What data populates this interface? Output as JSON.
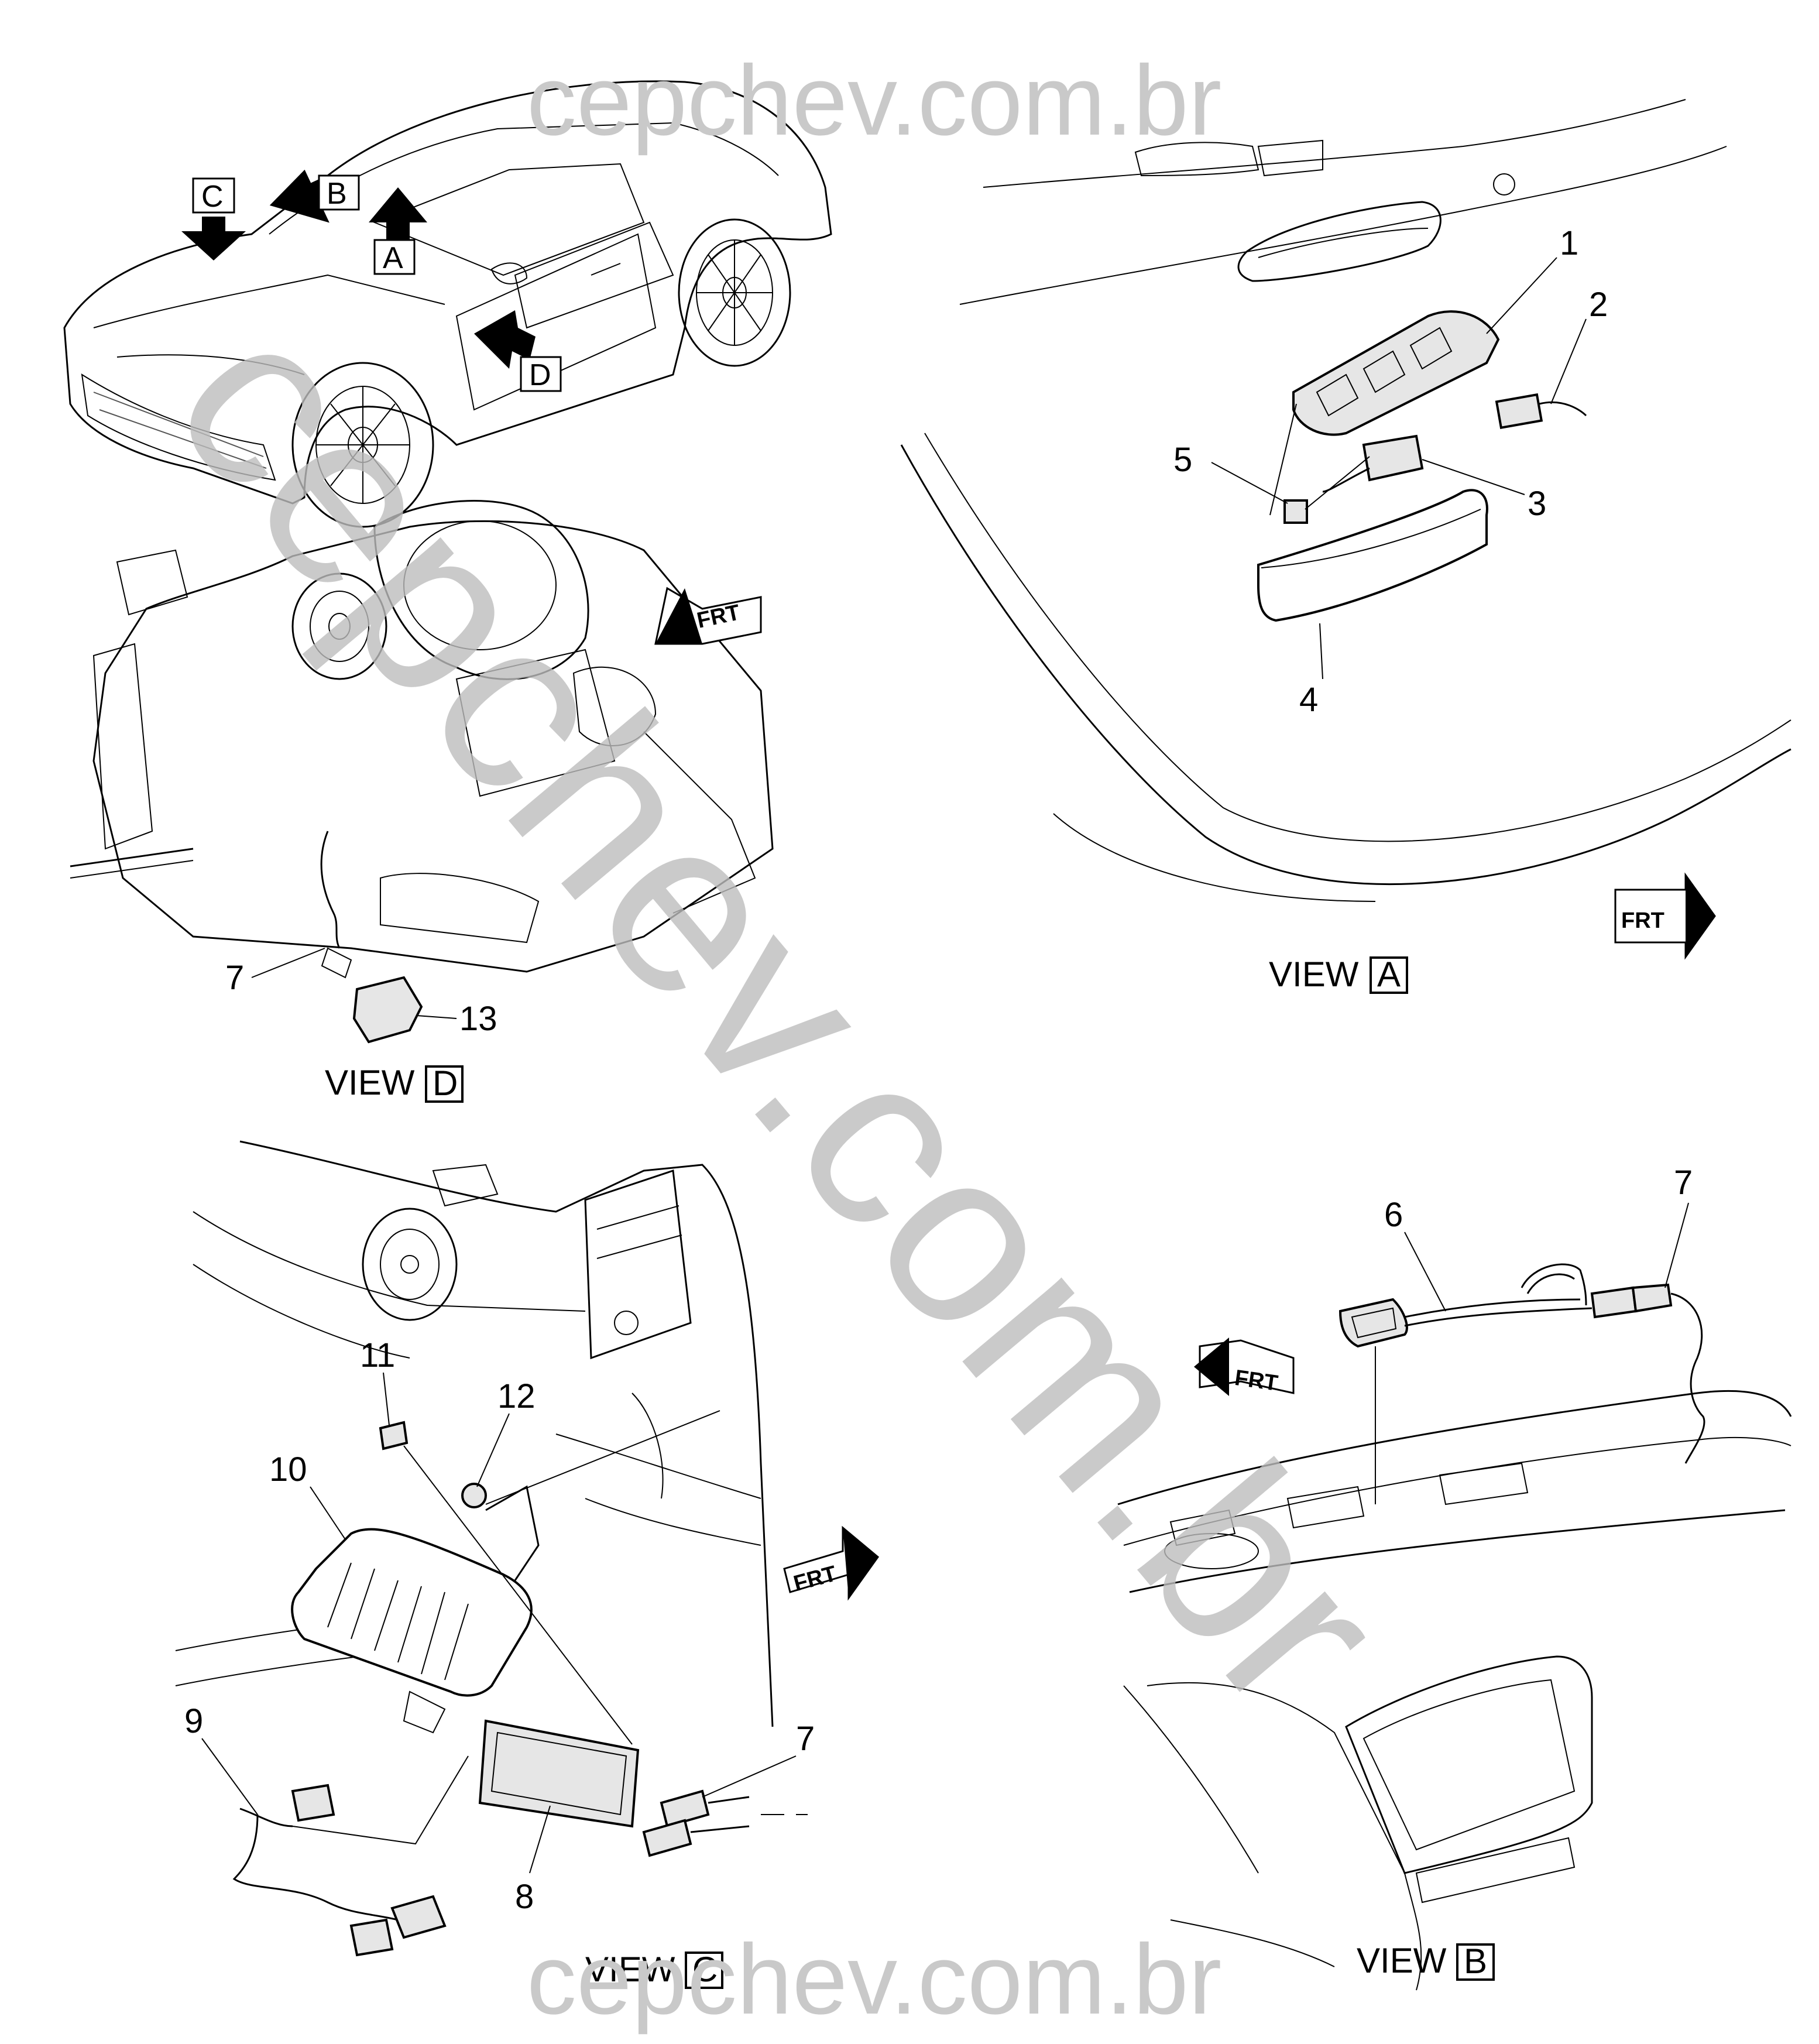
{
  "watermark": {
    "top": "cepchev.com.br",
    "bottom": "cepchev.com.br",
    "diagonal": "cepchev.com.br"
  },
  "overview": {
    "arrows": [
      "A",
      "B",
      "C",
      "D"
    ]
  },
  "view_a": {
    "label": "VIEW",
    "letter": "A",
    "callouts": [
      "1",
      "2",
      "3",
      "4",
      "5"
    ],
    "frt": "FRT"
  },
  "view_d": {
    "label": "VIEW",
    "letter": "D",
    "callouts": [
      "7",
      "13"
    ],
    "frt": "FRT"
  },
  "view_c": {
    "label": "VIEW",
    "letter": "C",
    "callouts": [
      "11",
      "12",
      "10",
      "9",
      "7",
      "8"
    ],
    "frt": "FRT"
  },
  "view_b": {
    "label": "VIEW",
    "letter": "B",
    "callouts": [
      "6",
      "7"
    ],
    "frt": "FRT"
  }
}
